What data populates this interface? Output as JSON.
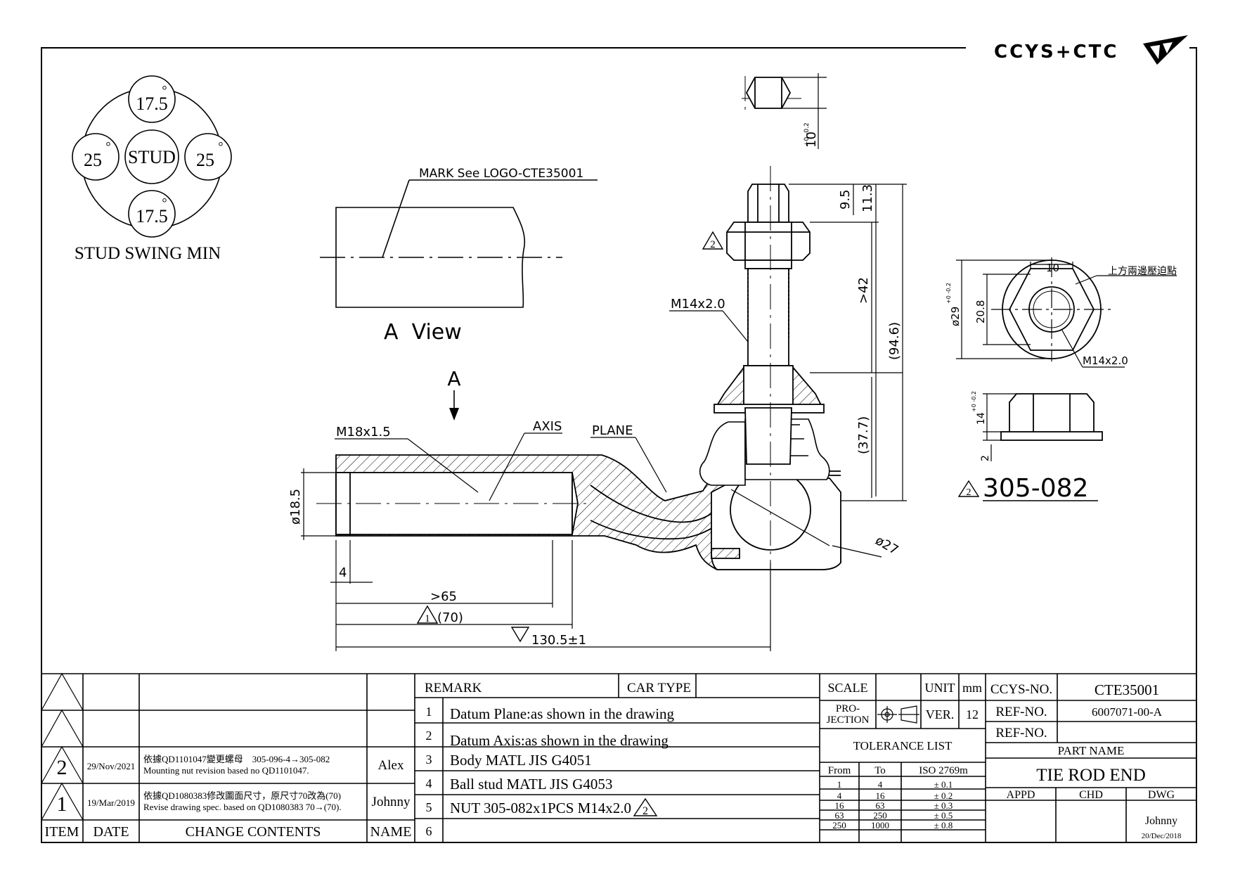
{
  "brand": {
    "logo_text": "CCYS+CTC"
  },
  "swing": {
    "title": "STUD SWING MIN",
    "center": "STUD",
    "top": "17.5",
    "bottom": "17.5",
    "left": "25",
    "right": "25",
    "degree": "°"
  },
  "aview": {
    "label": "A  View",
    "mark": "MARK See LOGO-CTE35001",
    "arrow": "A"
  },
  "dims": {
    "m18": "M18x1.5",
    "axis": "AXIS",
    "plane": "PLANE",
    "d185": "ø18.5",
    "d4": "4",
    "gt65": ">65",
    "r70": "(70)",
    "tot": "130.5±1",
    "m14": "M14x2.0",
    "d95": "9.5",
    "d113": "11.3",
    "gt42": ">42",
    "p946": "(94.6)",
    "p377": "(37.7)",
    "d27": "ø27",
    "hex": "10",
    "hex_tol": "+0 -0.2",
    "tri1": "1",
    "tri2": "2"
  },
  "nut": {
    "part": "305-082",
    "d29": "ø29",
    "d29_tol": "+0 -0.2",
    "d208": "20.8",
    "w10": "10",
    "m14": "M14x2.0",
    "h14": "14",
    "h14_tol": "+0 -0.2",
    "h2": "2",
    "note": "上方兩邊壓迫點"
  },
  "revisions": {
    "header": {
      "item": "ITEM",
      "date": "DATE",
      "contents": "CHANGE CONTENTS",
      "name": "NAME"
    },
    "rows": [
      {
        "item": "",
        "date": "",
        "line1": "",
        "line2": "",
        "name": ""
      },
      {
        "item": "",
        "date": "",
        "line1": "",
        "line2": "",
        "name": ""
      },
      {
        "item": "2",
        "date": "29/Nov/2021",
        "line1": "依據QD1101047變更螺母　305-096-4→305-082",
        "line2": "Mounting nut revision based no QD1101047.",
        "name": "Alex"
      },
      {
        "item": "1",
        "date": "19/Mar/2019",
        "line1": "依據QD1080383修改圖面尺寸，原尺寸70改為(70)",
        "line2": "Revise drawing spec. based on QD1080383 70→(70).",
        "name": "Johnny"
      }
    ]
  },
  "remark": {
    "title": "REMARK",
    "car_type": "CAR TYPE",
    "car_type_value": "",
    "rows": [
      {
        "no": "1",
        "text": "Datum Plane:as shown in the drawing"
      },
      {
        "no": "2",
        "text": "Datum Axis:as shown in the drawing"
      },
      {
        "no": "3",
        "text": "Body MATL JIS G4051"
      },
      {
        "no": "4",
        "text": "Ball stud MATL JIS G4053"
      },
      {
        "no": "5",
        "text": "NUT 305-082x1PCS M14x2.0",
        "rev": "2"
      },
      {
        "no": "6",
        "text": ""
      }
    ]
  },
  "spec": {
    "scale": "SCALE",
    "scale_value": "",
    "unit": "UNIT",
    "unit_value": "mm",
    "projection": "PRO-\nJECTION",
    "proj1": "PRO-",
    "proj2": "JECTION",
    "ver": "VER.",
    "ver_value": "12",
    "tolerance_title": "TOLERANCE LIST",
    "tol_head": {
      "from": "From",
      "to": "To",
      "std": "ISO 2769m"
    },
    "tol_rows": [
      {
        "from": "1",
        "to": "4",
        "tol": "± 0.1"
      },
      {
        "from": "4",
        "to": "16",
        "tol": "± 0.2"
      },
      {
        "from": "16",
        "to": "63",
        "tol": "± 0.3"
      },
      {
        "from": "63",
        "to": "250",
        "tol": "± 0.5"
      },
      {
        "from": "250",
        "to": "1000",
        "tol": "± 0.8"
      }
    ]
  },
  "title_block": {
    "ccys_label": "CCYS-NO.",
    "ccys_no": "CTE35001",
    "ref_label": "REF-NO.",
    "ref_no": "6007071-00-A",
    "ref_label2": "REF-NO.",
    "ref_no2": "",
    "part_name_label": "PART NAME",
    "part_name": "TIE ROD END",
    "appd": "APPD",
    "chd": "CHD",
    "dwg": "DWG",
    "appd_value": "",
    "chd_value": "",
    "dwg_name": "Johnny",
    "dwg_date": "20/Dec/2018"
  }
}
